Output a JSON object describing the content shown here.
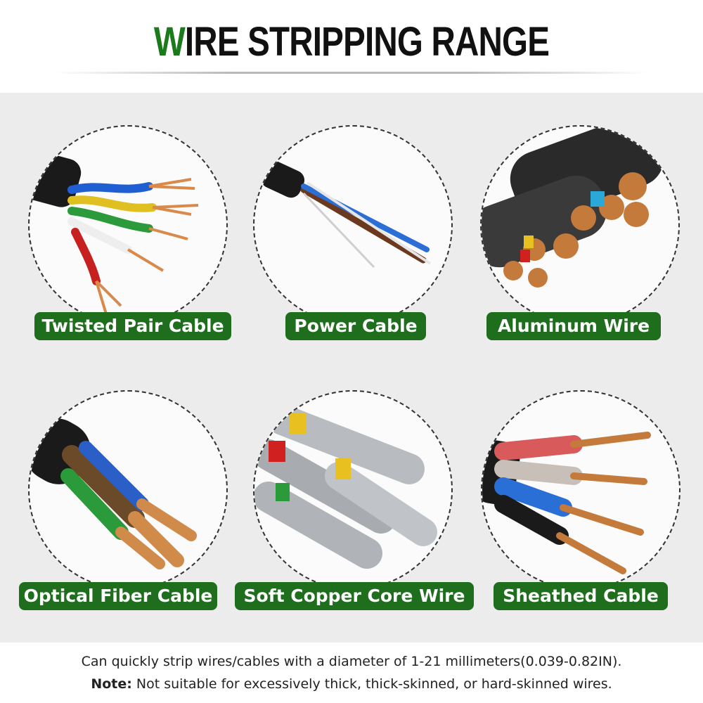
{
  "header": {
    "title_first_letter": "W",
    "title_rest": "IRE STRIPPING RANGE",
    "accent_color": "#1a7a1c"
  },
  "cards": [
    {
      "label": "Twisted Pair Cable",
      "image": "twisted-pair-cable-photo"
    },
    {
      "label": "Power Cable",
      "image": "power-cable-photo"
    },
    {
      "label": "Aluminum Wire",
      "image": "aluminum-wire-photo"
    },
    {
      "label": "Optical Fiber Cable",
      "image": "optical-fiber-cable-photo"
    },
    {
      "label": "Soft Copper Core Wire",
      "image": "soft-copper-core-wire-photo"
    },
    {
      "label": "Sheathed Cable",
      "image": "sheathed-cable-photo"
    }
  ],
  "footer": {
    "line1": "Can quickly strip wires/cables with a diameter of 1-21 millimeters(0.039-0.82IN).",
    "note_label": "Note:",
    "note_text": " Not suitable for excessively thick, thick-skinned, or hard-skinned wires."
  },
  "colors": {
    "label_bg": "#1e6e1e",
    "panel_bg": "#ececec"
  }
}
